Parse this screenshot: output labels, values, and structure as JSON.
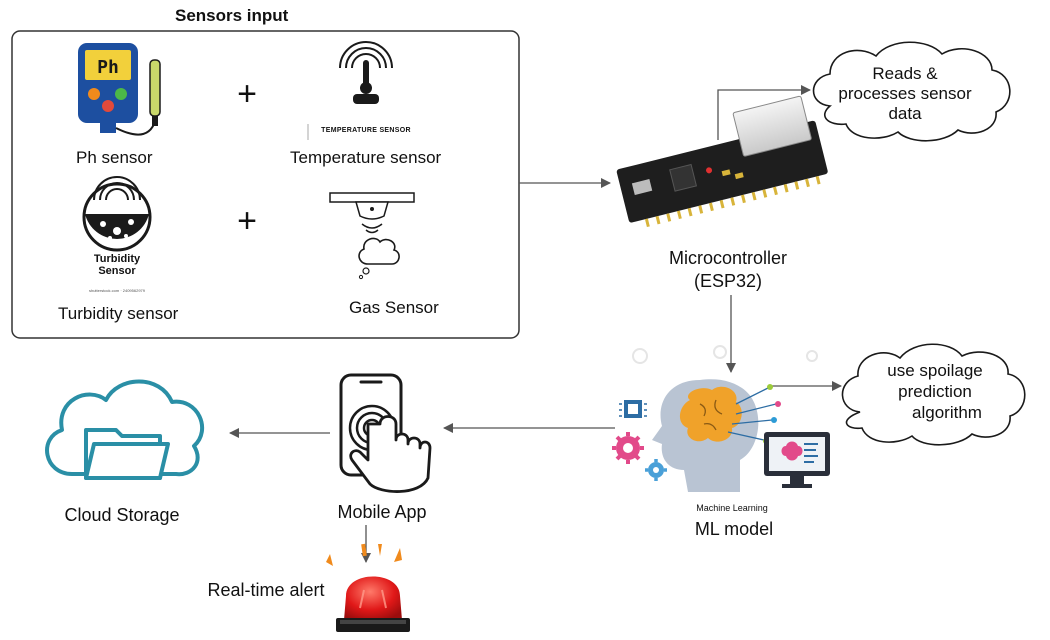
{
  "sensors_panel": {
    "title": "Sensors input",
    "ph": {
      "label": "Ph sensor",
      "icon_text": "Ph"
    },
    "temperature": {
      "label": "Temperature sensor",
      "icon_caption": "TEMPERATURE SENSOR"
    },
    "turbidity": {
      "label": "Turbidity sensor",
      "icon_caption_1": "Turbidity",
      "icon_caption_2": "Sensor",
      "watermark": "shutterstock.com · 2409562979"
    },
    "gas": {
      "label": "Gas Sensor"
    },
    "plus_sign": "+"
  },
  "microcontroller": {
    "line1": "Microcontroller",
    "line2": "(ESP32)"
  },
  "reads_bubble": {
    "line1": "Reads &",
    "line2": "processes sensor",
    "line3": "data"
  },
  "ml": {
    "label": "ML model",
    "caption": "Machine Learning"
  },
  "predict_bubble": {
    "line1": "use spoilage",
    "line2": "prediction",
    "line3": "algorithm"
  },
  "mobile": {
    "label": "Mobile App"
  },
  "cloud": {
    "label": "Cloud Storage"
  },
  "alert": {
    "label": "Real-time alert"
  },
  "colors": {
    "arrow": "#555555",
    "cloud_teal": "#2a8fa6",
    "alarm_red": "#e01818",
    "alarm_orange": "#f08a1c",
    "board_dark": "#1e1e1e",
    "pin_gold": "#d8b43a"
  }
}
